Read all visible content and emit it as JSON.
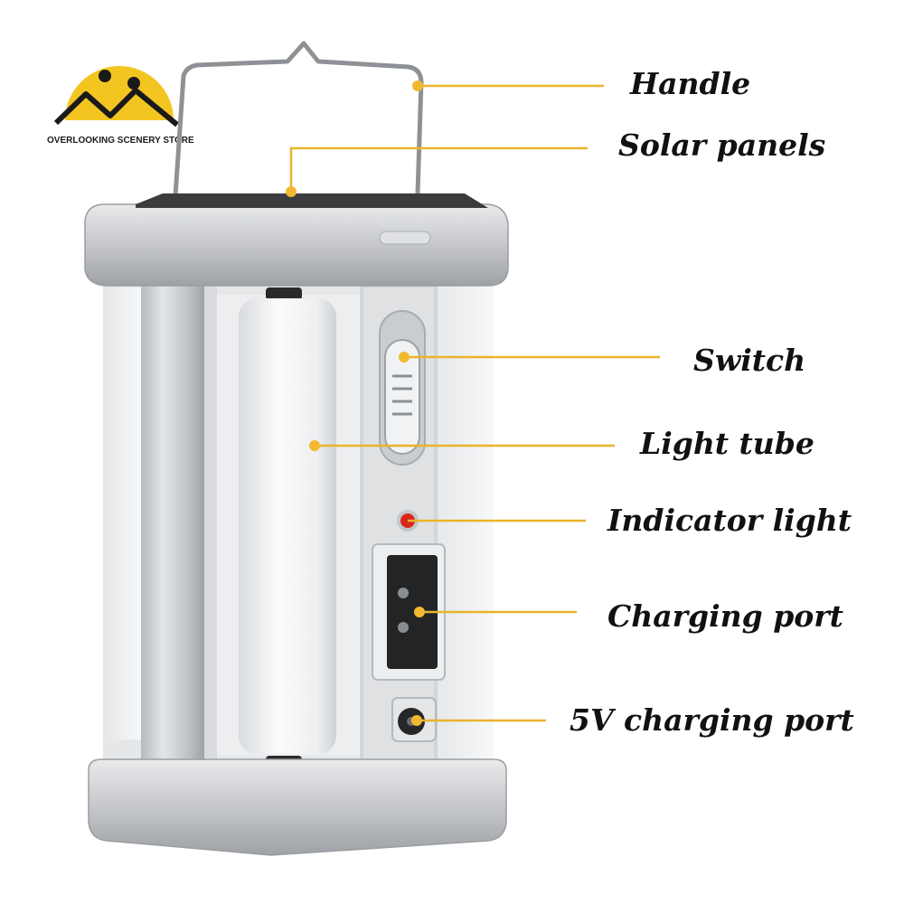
{
  "brand": {
    "store_name": "OVERLOOKING SCENERY STORE",
    "sun_color": "#f3c520",
    "mark_color": "#1a1a1a"
  },
  "colors": {
    "leader_line": "#e9b42a",
    "leader_dot": "#f2b930",
    "indicator_dot": "#d9261c",
    "body_silver": "#c9cbce",
    "tube_white": "#f4f5f6"
  },
  "callouts": [
    {
      "id": "handle",
      "label": "Handle"
    },
    {
      "id": "solar-panels",
      "label": "Solar panels"
    },
    {
      "id": "switch",
      "label": "Switch"
    },
    {
      "id": "light-tube",
      "label": "Light tube"
    },
    {
      "id": "indicator-light",
      "label": "Indicator light"
    },
    {
      "id": "charging-port",
      "label": "Charging port"
    },
    {
      "id": "5v-charging-port",
      "label": "5V charging port"
    }
  ]
}
